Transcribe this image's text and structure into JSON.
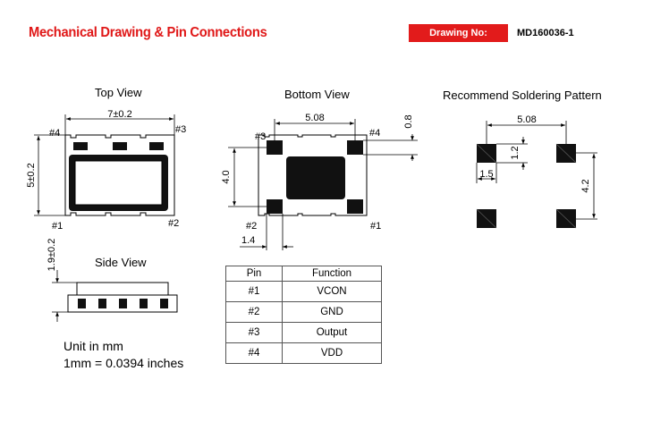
{
  "header": {
    "title": "Mechanical Drawing & Pin Connections",
    "drawing_label": "Drawing No:",
    "drawing_number": "MD160036-1",
    "accent": "#e21b1b"
  },
  "top_view": {
    "label": "Top View",
    "width_dim": "7±0.2",
    "height_dim": "5±0.2",
    "pin_tl": "#4",
    "pin_tr": "#3",
    "pin_bl": "#1",
    "pin_br": "#2"
  },
  "bottom_view": {
    "label": "Bottom View",
    "pad_spacing": "5.08",
    "pad_size": "0.8",
    "height_dim": "4.0",
    "pad_width": "1.4",
    "pin_tl": "#3",
    "pin_tr": "#4",
    "pin_bl": "#2",
    "pin_br": "#1"
  },
  "solder_pattern": {
    "label": "Recommend Soldering Pattern",
    "pad_spacing": "5.08",
    "pad_height": "1.2",
    "pad_width": "1.5",
    "vertical_spacing": "4.2"
  },
  "side_view": {
    "label": "Side View",
    "height_dim": "1.9±0.2"
  },
  "pin_table": {
    "headers": [
      "Pin",
      "Function"
    ],
    "rows": [
      [
        "#1",
        "VCON"
      ],
      [
        "#2",
        "GND"
      ],
      [
        "#3",
        "Output"
      ],
      [
        "#4",
        "VDD"
      ]
    ]
  },
  "units": {
    "line1": "Unit in mm",
    "line2": "1mm = 0.0394 inches"
  }
}
